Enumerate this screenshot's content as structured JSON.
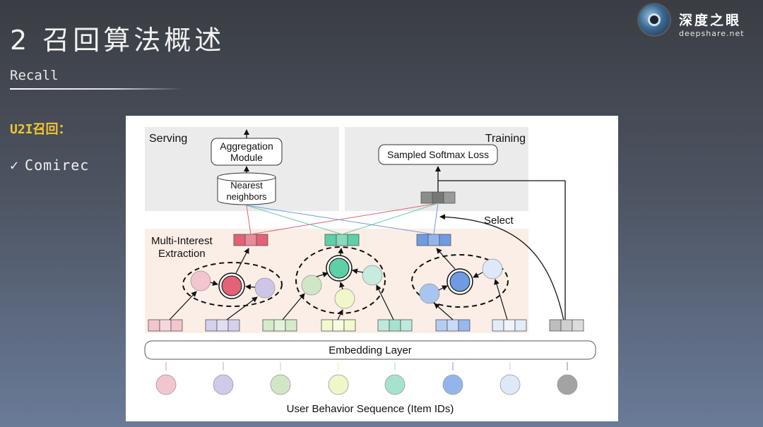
{
  "slide": {
    "title": "2 召回算法概述",
    "subtitle": "Recall",
    "section_label": "U2I召回：",
    "bullet_check": "✓",
    "bullet_text": "Comirec"
  },
  "logo": {
    "name_cn": "深度之眼",
    "site": "deepshare.net"
  },
  "diagram": {
    "serving_label": "Serving",
    "training_label": "Training",
    "aggregation_line1": "Aggregation",
    "aggregation_line2": "Module",
    "nearest_line1": "Nearest",
    "nearest_line2": "neighbors",
    "loss_label": "Sampled Softmax Loss",
    "select_label": "Select",
    "multi_interest_line1": "Multi-Interest",
    "multi_interest_line2": "Extraction",
    "embedding_label": "Embedding Layer",
    "sequence_label": "User Behavior Sequence (Item IDs)",
    "colors": {
      "panel_gray": "#ebebeb",
      "panel_peach": "#fbeee7",
      "red": "#e46275",
      "green": "#5fcfa7",
      "blue": "#6f9be3",
      "gray": "#9a9a9a"
    }
  }
}
